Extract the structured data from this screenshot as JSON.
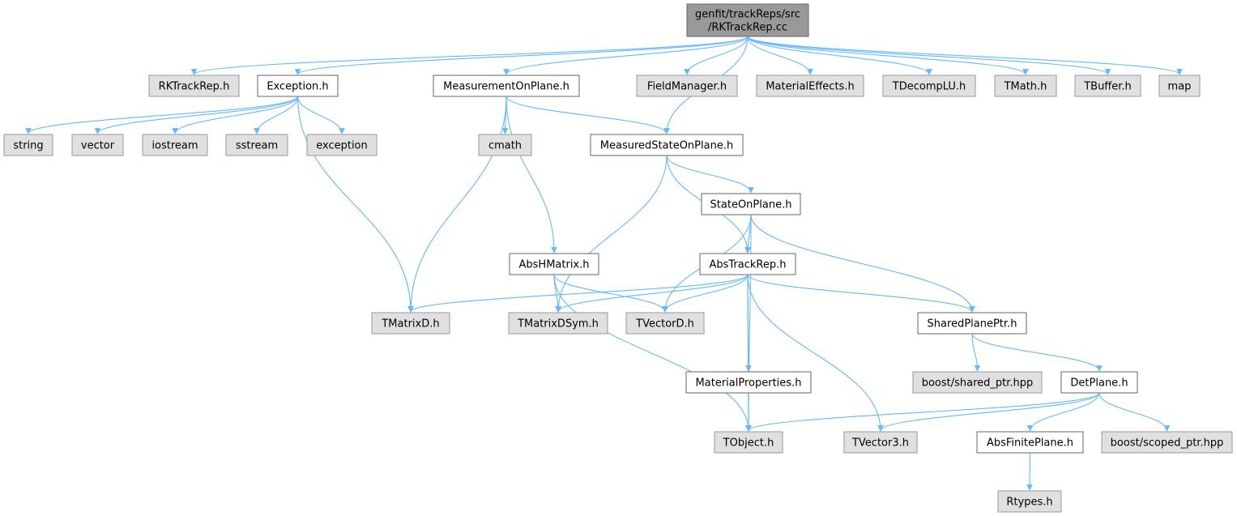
{
  "graph": {
    "colors": {
      "edge": "#63b8ff",
      "main_fill": "#999999",
      "documented_fill": "#ffffff",
      "external_fill": "#e0e0e0"
    },
    "nodes": [
      {
        "id": "main",
        "lines": [
          "genfit/trackReps/src",
          "/RKTrackRep.cc"
        ],
        "kind": "main"
      },
      {
        "id": "rktrackrep",
        "lines": [
          "RKTrackRep.h"
        ],
        "kind": "external"
      },
      {
        "id": "exception",
        "lines": [
          "Exception.h"
        ],
        "kind": "documented"
      },
      {
        "id": "measurementonplane",
        "lines": [
          "MeasurementOnPlane.h"
        ],
        "kind": "documented"
      },
      {
        "id": "fieldmanager",
        "lines": [
          "FieldManager.h"
        ],
        "kind": "external"
      },
      {
        "id": "materialeffects",
        "lines": [
          "MaterialEffects.h"
        ],
        "kind": "external"
      },
      {
        "id": "tdecomplu",
        "lines": [
          "TDecompLU.h"
        ],
        "kind": "external"
      },
      {
        "id": "tmath",
        "lines": [
          "TMath.h"
        ],
        "kind": "external"
      },
      {
        "id": "tbuffer",
        "lines": [
          "TBuffer.h"
        ],
        "kind": "external"
      },
      {
        "id": "map",
        "lines": [
          "map"
        ],
        "kind": "external"
      },
      {
        "id": "string",
        "lines": [
          "string"
        ],
        "kind": "external"
      },
      {
        "id": "vector",
        "lines": [
          "vector"
        ],
        "kind": "external"
      },
      {
        "id": "iostream",
        "lines": [
          "iostream"
        ],
        "kind": "external"
      },
      {
        "id": "sstream",
        "lines": [
          "sstream"
        ],
        "kind": "external"
      },
      {
        "id": "exceptionstd",
        "lines": [
          "exception"
        ],
        "kind": "external"
      },
      {
        "id": "cmath",
        "lines": [
          "cmath"
        ],
        "kind": "external"
      },
      {
        "id": "measuredstateonplane",
        "lines": [
          "MeasuredStateOnPlane.h"
        ],
        "kind": "documented"
      },
      {
        "id": "stateonplane",
        "lines": [
          "StateOnPlane.h"
        ],
        "kind": "documented"
      },
      {
        "id": "abshmatrix",
        "lines": [
          "AbsHMatrix.h"
        ],
        "kind": "documented"
      },
      {
        "id": "abstrackrep",
        "lines": [
          "AbsTrackRep.h"
        ],
        "kind": "documented"
      },
      {
        "id": "tmatrixd",
        "lines": [
          "TMatrixD.h"
        ],
        "kind": "external"
      },
      {
        "id": "tmatrixdsym",
        "lines": [
          "TMatrixDSym.h"
        ],
        "kind": "external"
      },
      {
        "id": "tvectord",
        "lines": [
          "TVectorD.h"
        ],
        "kind": "external"
      },
      {
        "id": "sharedplaneptr",
        "lines": [
          "SharedPlanePtr.h"
        ],
        "kind": "documented"
      },
      {
        "id": "boostshared",
        "lines": [
          "boost/shared_ptr.hpp"
        ],
        "kind": "external"
      },
      {
        "id": "detplane",
        "lines": [
          "DetPlane.h"
        ],
        "kind": "documented"
      },
      {
        "id": "materialproperties",
        "lines": [
          "MaterialProperties.h"
        ],
        "kind": "documented"
      },
      {
        "id": "tobject",
        "lines": [
          "TObject.h"
        ],
        "kind": "external"
      },
      {
        "id": "tvector3",
        "lines": [
          "TVector3.h"
        ],
        "kind": "external"
      },
      {
        "id": "absfiniteplane",
        "lines": [
          "AbsFinitePlane.h"
        ],
        "kind": "documented"
      },
      {
        "id": "boostscoped",
        "lines": [
          "boost/scoped_ptr.hpp"
        ],
        "kind": "external"
      },
      {
        "id": "rtypes",
        "lines": [
          "Rtypes.h"
        ],
        "kind": "external"
      }
    ]
  }
}
